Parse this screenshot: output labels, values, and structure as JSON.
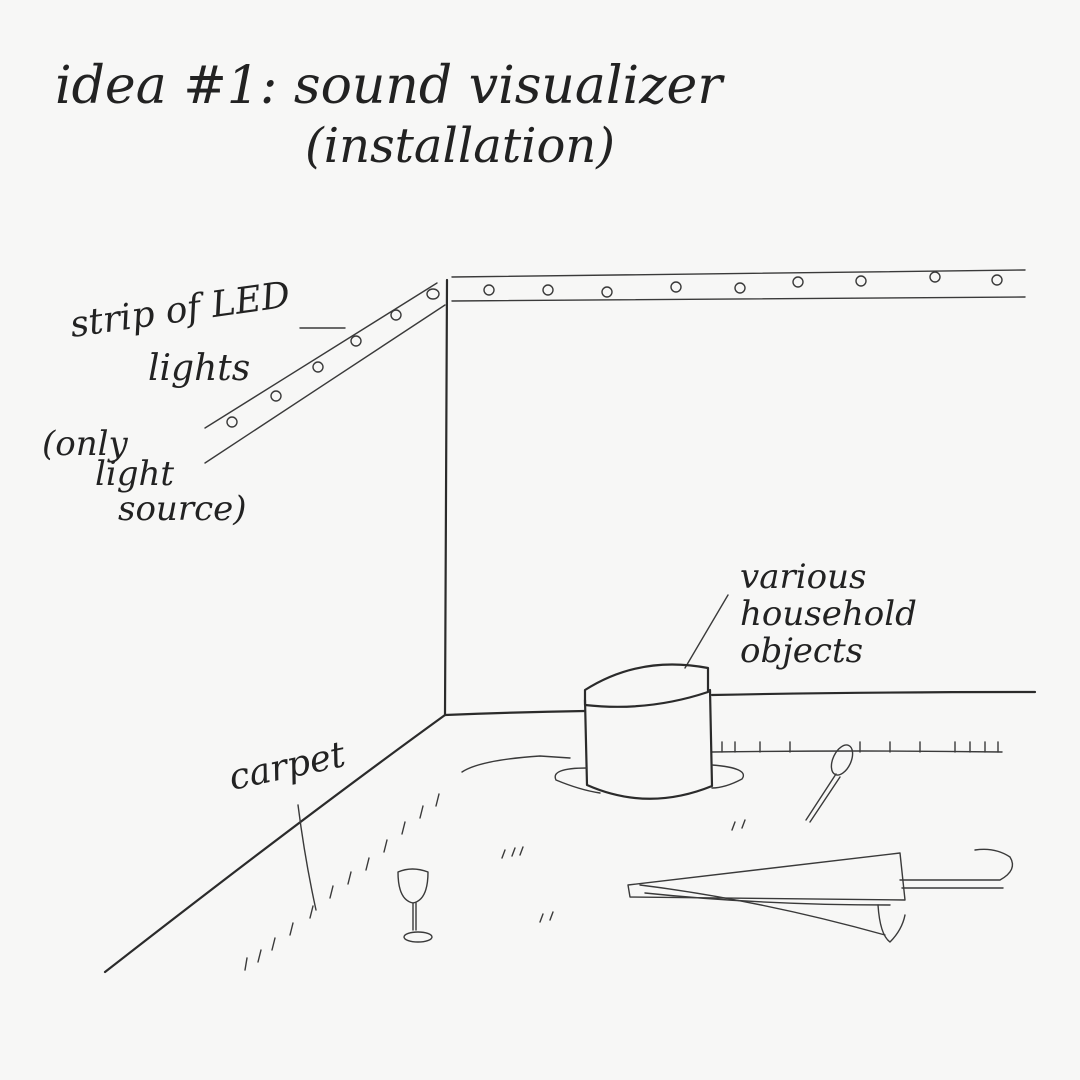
{
  "title": {
    "line1": "idea #1: sound visualizer",
    "line2": "(installation)"
  },
  "labels": {
    "led_line1": "strip of LED",
    "led_line2": "lights",
    "note_line1": "(only",
    "note_line2": "light",
    "note_line3": "source)",
    "objects_line1": "various",
    "objects_line2": "household",
    "objects_line3": "objects",
    "carpet": "carpet"
  },
  "colors": {
    "paper": "#f7f7f6",
    "pencil": "#2b2b2b"
  }
}
